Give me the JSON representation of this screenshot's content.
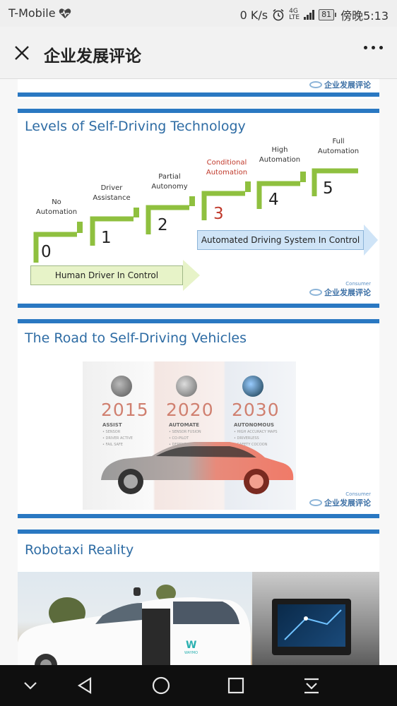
{
  "status_bar": {
    "carrier": "T-Mobile",
    "speed": "0 K/s",
    "network": "4G",
    "network_sub": "LTE",
    "battery": "81",
    "time": "傍晚5:13"
  },
  "app_bar": {
    "title": "企业发展评论"
  },
  "watermark": {
    "text": "企业发展评论",
    "sub": "Consumer"
  },
  "slide_levels": {
    "title": "Levels of Self-Driving Technology",
    "levels": [
      {
        "num": "0",
        "label_lines": [
          "No",
          "Automation"
        ]
      },
      {
        "num": "1",
        "label_lines": [
          "Driver",
          "Assistance"
        ]
      },
      {
        "num": "2",
        "label_lines": [
          "Partial",
          "Autonomy"
        ]
      },
      {
        "num": "3",
        "label_lines": [
          "Conditional",
          "Automation"
        ]
      },
      {
        "num": "4",
        "label_lines": [
          "High",
          "Automation"
        ]
      },
      {
        "num": "5",
        "label_lines": [
          "Full",
          "Automation"
        ]
      }
    ],
    "arrow_system": "Automated Driving System In Control",
    "arrow_human": "Human Driver In Control"
  },
  "slide_road": {
    "title": "The Road to Self-Driving Vehicles",
    "milestones": [
      {
        "year": "2015",
        "heading": "ASSIST",
        "items": [
          "• SENSOR",
          "• DRIVER ACTIVE",
          "• FAIL SAFE"
        ]
      },
      {
        "year": "2020",
        "heading": "AUTOMATE",
        "items": [
          "• SENSOR FUSION",
          "• CO-PILOT",
          "• DEPENDABLE"
        ]
      },
      {
        "year": "2030",
        "heading": "AUTONOMOUS",
        "items": [
          "• HIGH ACCURACY MAPS",
          "• DRIVERLESS",
          "• SAFETY COCOON"
        ]
      }
    ]
  },
  "slide_robotaxi": {
    "title": "Robotaxi Reality",
    "brand": "WAYMO"
  },
  "colors": {
    "accent_blue": "#2a78c2",
    "title_blue": "#2e6ca4",
    "green": "#8fc03f",
    "red": "#c0392b"
  },
  "icons": {
    "heart": "heart-pulse-icon",
    "alarm": "alarm-icon",
    "close": "close-icon",
    "more": "more-dots-icon",
    "nav_down": "chevron-down-icon",
    "nav_back": "back-triangle-icon",
    "nav_home": "home-circle-icon",
    "nav_recent": "recent-square-icon",
    "nav_notify": "pull-down-icon"
  }
}
